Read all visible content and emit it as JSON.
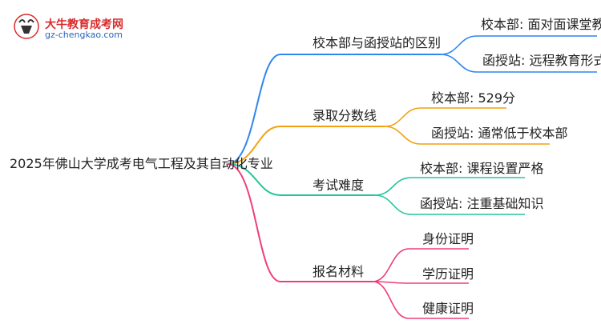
{
  "logo": {
    "title": "大牛教育成考网",
    "url": "gz-chengkao.com"
  },
  "root": {
    "label": "2025年佛山大学成考电气工程及其自动化专业"
  },
  "branches": [
    {
      "label": "校本部与函授站的区别",
      "color": "#2f86f0",
      "children": [
        "校本部: 面对面课堂教学",
        "函授站: 远程教育形式"
      ]
    },
    {
      "label": "录取分数线",
      "color": "#f2a20f",
      "children": [
        "校本部: 529分",
        "函授站: 通常低于校本部"
      ]
    },
    {
      "label": "考试难度",
      "color": "#23c59c",
      "children": [
        "校本部: 课程设置严格",
        "函授站: 注重基础知识"
      ]
    },
    {
      "label": "报名材料",
      "color": "#ef3d7b",
      "children": [
        "身份证明",
        "学历证明",
        "健康证明"
      ]
    }
  ]
}
